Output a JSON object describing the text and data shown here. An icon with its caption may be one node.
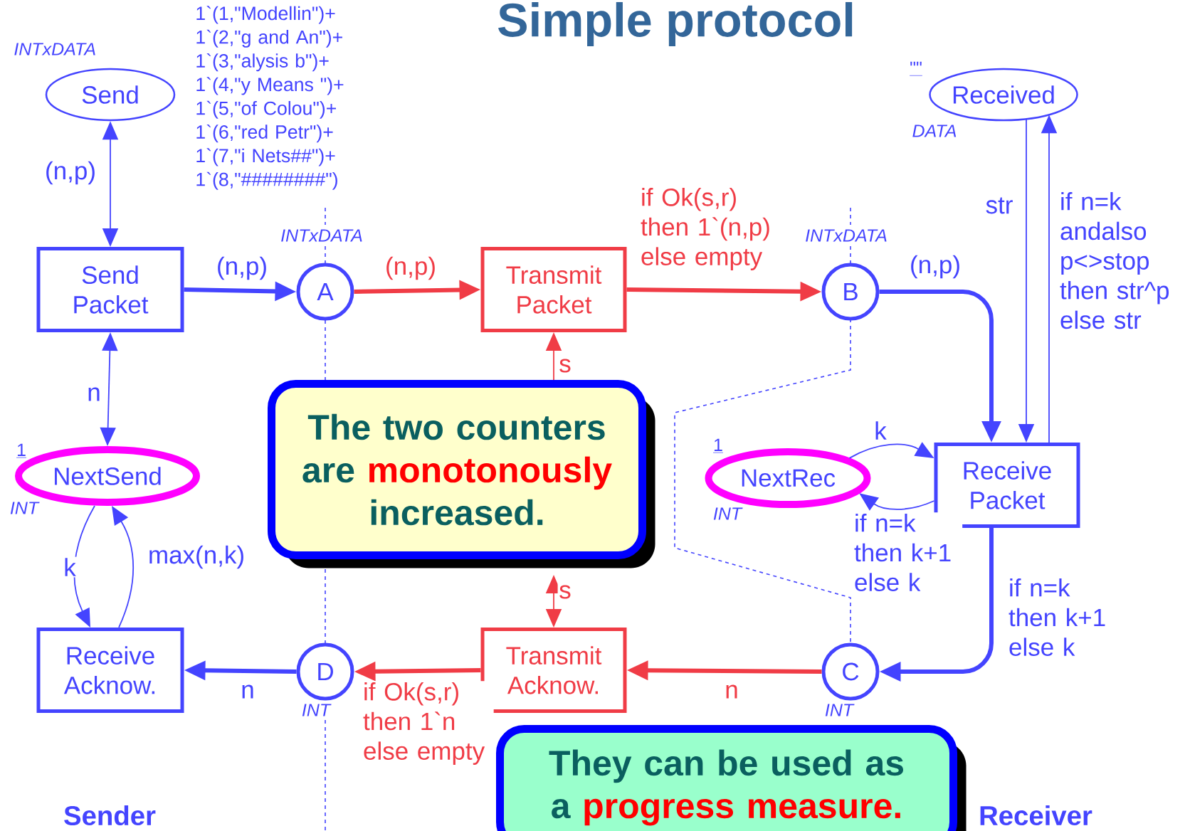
{
  "diagram": {
    "title": "Simple protocol",
    "nodes": [
      {
        "text": [
          "Send"
        ],
        "beside": [
          "INTxDATA",
          "1`(1,\"Modellin\")+ 1`(2,\"g and An\")+ 1`(3,\"alysis b\")+ 1`(4,\"y Means \")+ 1`(5,\"of Colou\")+ 1`(6,\"red Petr\")+ 1`(7,\"i Nets##\")+ 1`(8,\"########\")"
        ]
      },
      {
        "text": [
          "Received"
        ],
        "beside": [
          "\"\"",
          "DATA"
        ]
      },
      {
        "text": [
          "Send Packet"
        ]
      },
      {
        "text": [
          "A"
        ],
        "beside": [
          "INTxDATA"
        ]
      },
      {
        "text": [
          "Transmit Packet"
        ]
      },
      {
        "text": [
          "B"
        ],
        "beside": [
          "INTxDATA"
        ]
      },
      {
        "text": [
          "NextSend"
        ],
        "beside": [
          "1",
          "INT"
        ]
      },
      {
        "text": [
          "NextRec"
        ],
        "beside": [
          "1",
          "INT"
        ]
      },
      {
        "text": [
          "Receive Packet"
        ]
      },
      {
        "text": [
          "The two counters are **monotonously** increased."
        ]
      },
      {
        "text": [
          "Receive Acknow."
        ]
      },
      {
        "text": [
          "D"
        ],
        "beside": [
          "INT"
        ]
      },
      {
        "text": [
          "Transmit Acknow."
        ]
      },
      {
        "text": [
          "C"
        ],
        "beside": [
          "INT"
        ]
      },
      {
        "text": [
          "They can be used as a **progress measure.**"
        ]
      }
    ],
    "edges": [
      {
        "from": 2,
        "to": 0,
        "arrow": "both",
        "label": "(n,p)"
      },
      {
        "from": 2,
        "to": 6,
        "arrow": "both",
        "label": "n"
      },
      {
        "from": 6,
        "to": 10,
        "arrow": "to",
        "label": "k"
      },
      {
        "from": 10,
        "to": 6,
        "arrow": "to",
        "label": "max(n,k)"
      },
      {
        "from": 2,
        "to": 3,
        "arrow": "to",
        "label": "(n,p)",
        "style": "thick"
      },
      {
        "from": 3,
        "to": 4,
        "arrow": "to",
        "label": "(n,p)",
        "style": "thick",
        "color": "#f03c46"
      },
      {
        "from": 4,
        "to": 5,
        "arrow": "to",
        "label": "if Ok(s,r) then 1`(n,p) else empty",
        "style": "thick",
        "color": "#f03c46"
      },
      {
        "from": 5,
        "to": 8,
        "arrow": "to",
        "label": "(n,p)",
        "style": "thick"
      },
      {
        "from": 1,
        "to": 8,
        "arrow": "to",
        "label": "str"
      },
      {
        "from": 8,
        "to": 1,
        "arrow": "to",
        "label": "if n=k andalso p<>stop then str^p else str"
      },
      {
        "from": 7,
        "to": 8,
        "arrow": "to",
        "label": "k"
      },
      {
        "from": 8,
        "to": 7,
        "arrow": "to",
        "label": "if n=k then k+1 else k"
      },
      {
        "from": 8,
        "to": 13,
        "arrow": "to",
        "label": "if n=k then k+1 else k",
        "style": "thick"
      },
      {
        "from": 13,
        "to": 12,
        "arrow": "to",
        "label": "n",
        "style": "thick",
        "color": "#f03c46"
      },
      {
        "from": 12,
        "to": 11,
        "arrow": "to",
        "label": "if Ok(s,r) then 1`n else empty",
        "style": "thick",
        "color": "#f03c46"
      },
      {
        "from": 11,
        "to": 10,
        "arrow": "to",
        "label": "n",
        "style": "thick"
      },
      {
        "from": 9,
        "to": 4,
        "arrow": "to",
        "label": "s",
        "color": "#f03c46"
      },
      {
        "from": 9,
        "to": 12,
        "arrow": "both",
        "label": "s",
        "color": "#f03c46"
      }
    ],
    "labels": [
      "Sender",
      "Receiver"
    ]
  }
}
